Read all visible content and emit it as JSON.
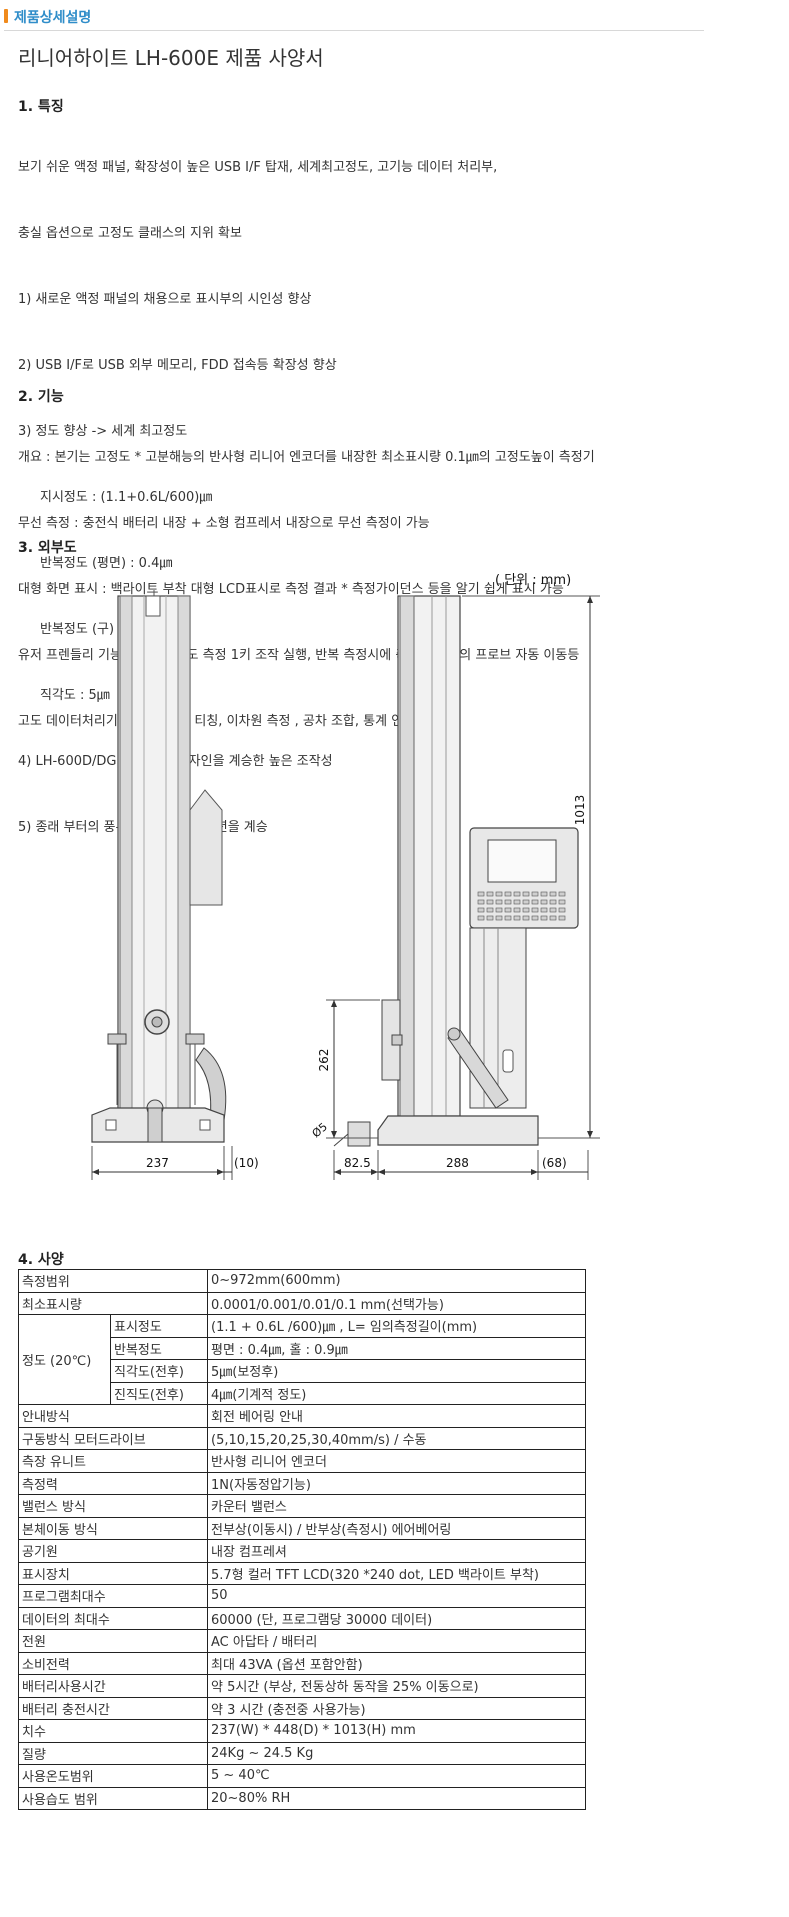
{
  "header": {
    "label": "제품상세설명"
  },
  "title": "리니어하이트 LH-600E 제품 사양서",
  "features": {
    "heading": "1. 특징",
    "lines": [
      "보기 쉬운 액정 패널, 확장성이 높은 USB I/F 탑재, 세계최고정도, 고기능 데이터 처리부,",
      "충실 옵션으로 고정도 클래스의 지위 확보",
      "1) 새로운 액정 패널의 채용으로 표시부의 시인성 향상",
      "2) USB I/F로 USB 외부 메모리, FDD 접속등 확장성 향상",
      "3) 정도 향상 -> 세계 최고정도",
      "지시정도 : (1.1+0.6L/600)㎛",
      "반복정도 (평면) : 0.4㎛",
      "반복정도 (구) : 0.9㎛",
      "직각도 : 5㎛",
      "4) LH-600D/DG 의 새로운 디자인을 계승한 높은 조작성",
      "5) 종래 부터의 풍부한 기능, 주변 옵션을 계승"
    ]
  },
  "functions": {
    "heading": "2. 기능",
    "lines": [
      "개요 : 본기는 고정도 * 고분해능의 반사형 리니어 엔코더를 내장한 최소표시량 0.1㎛의 고정도높이 측정기",
      "무선 측정 : 충전식 배터리 내장 + 소형 컴프레서 내장으로 무선 측정이 가능",
      "대형 화면 표시 : 백라이트 부착 대형 LCD표시로 측정 결과 * 측정가이던스 등을 알기 쉽게 표시 가능",
      "유저 프렌들리 기능 : 고사용 빈도 측정 1키 조작 실행, 반복 측정시에 측정 위치에의 프로브 자동 이동등",
      "고도 데이터처리기능 : 오프라인 티칭, 이차원 측정 , 공차 조합, 통계 연산 등"
    ]
  },
  "drawing": {
    "heading": "3. 외부도",
    "unit_label": "( 단위 : mm)",
    "dims": {
      "height_total": "1013",
      "height_lower": "262",
      "diameter": "Ø5",
      "width_front": "237",
      "offset_front": "(10)",
      "left_side": "82.5",
      "base_depth": "288",
      "offset_side": "(68)"
    }
  },
  "specs": {
    "heading": "4. 사양",
    "rows": [
      {
        "label": "측정범위",
        "value": "0~972mm(600mm)"
      },
      {
        "label": "최소표시량",
        "value": "0.0001/0.001/0.01/0.1 mm(선택가능)"
      }
    ],
    "accuracy": {
      "group_label": "정도 (20℃)",
      "sub": [
        {
          "label": "표시정도",
          "value": "(1.1 + 0.6L /600)㎛ , L= 임의측정길이(mm)"
        },
        {
          "label": "반복정도",
          "value": "평면 : 0.4㎛, 홀 : 0.9㎛"
        },
        {
          "label": "직각도(전후)",
          "value": "5㎛(보정후)"
        },
        {
          "label": "진직도(전후)",
          "value": "4㎛(기계적 정도)"
        }
      ]
    },
    "rows2": [
      {
        "label": "안내방식",
        "value": "회전 베어링 안내"
      },
      {
        "label": "구동방식 모터드라이브",
        "value": "(5,10,15,20,25,30,40mm/s) / 수동"
      },
      {
        "label": "측장 유니트",
        "value": "반사형 리니어 엔코더"
      },
      {
        "label": "측정력",
        "value": "1N(자동정압기능)"
      },
      {
        "label": "밸런스 방식",
        "value": "카운터 밸런스"
      },
      {
        "label": "본체이동 방식",
        "value": "전부상(이동시) / 반부상(측정시) 에어베어링"
      },
      {
        "label": "공기원",
        "value": "내장 컴프레셔"
      },
      {
        "label": "표시장치",
        "value": "5.7형 컬러 TFT LCD(320 *240 dot, LED 백라이트 부착)"
      },
      {
        "label": "프로그램최대수",
        "value": "50"
      },
      {
        "label": "데이터의 최대수",
        "value": "60000 (단, 프로그램당 30000 데이터)"
      },
      {
        "label": "전원",
        "value": "AC 아답타 / 배터리"
      },
      {
        "label": "소비전력",
        "value": "최대 43VA (옵션 포함안함)"
      },
      {
        "label": "배터리사용시간",
        "value": "약 5시간 (부상, 전동상하 동작을 25% 이동으로)"
      },
      {
        "label": "배터리 충전시간",
        "value": "약 3 시간 (충전중 사용가능)"
      },
      {
        "label": "치수",
        "value": "237(W) * 448(D) * 1013(H) mm"
      },
      {
        "label": "질량",
        "value": "24Kg ~ 24.5 Kg"
      },
      {
        "label": "사용온도범위",
        "value": "5 ~ 40℃"
      },
      {
        "label": "사용습도 범위",
        "value": "20~80% RH"
      }
    ]
  }
}
